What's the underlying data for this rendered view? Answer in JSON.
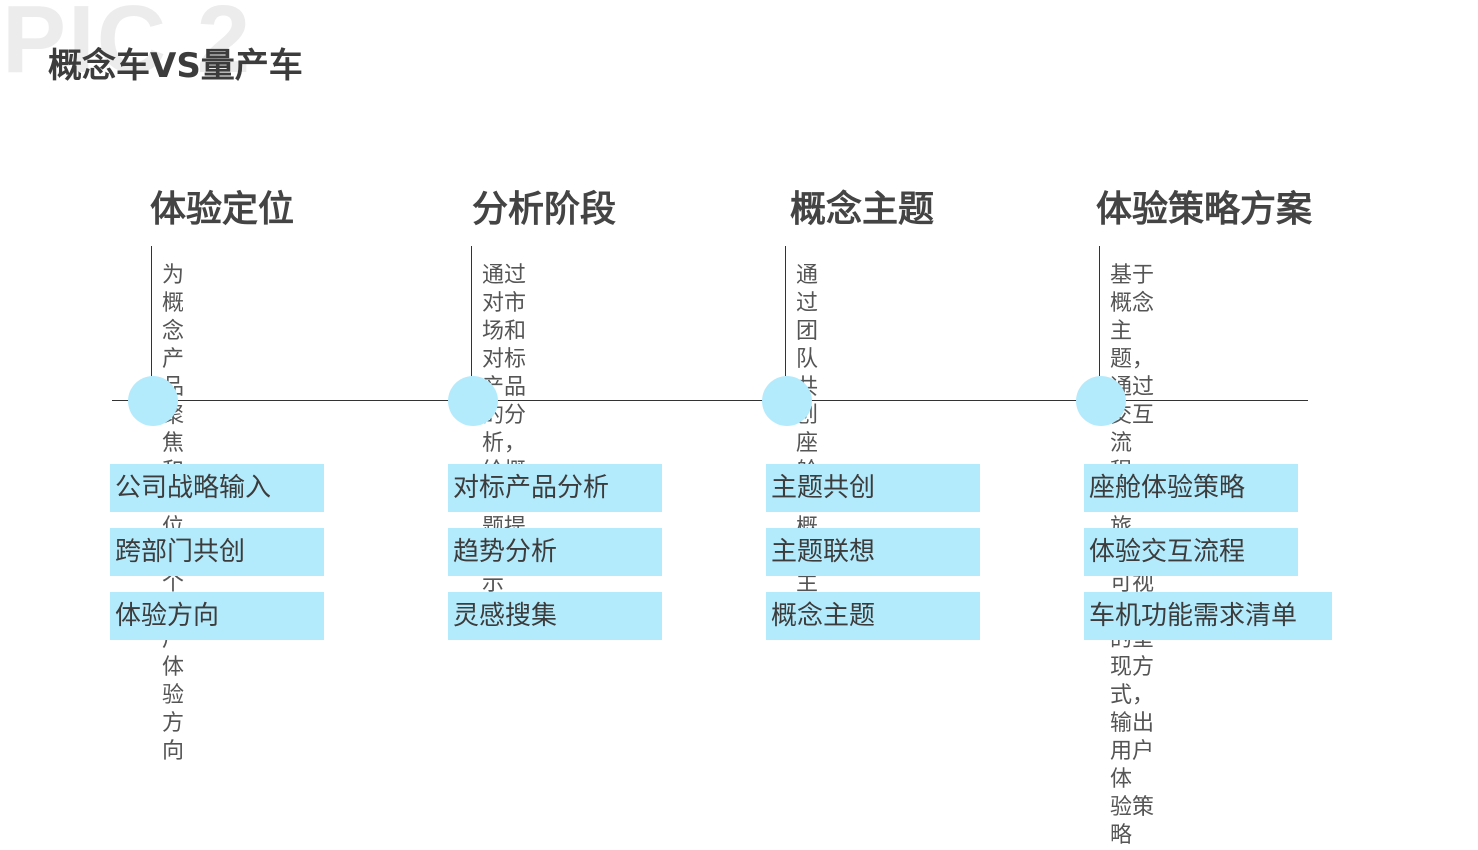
{
  "header": {
    "watermark": "PIC 2",
    "title": "概念车VS量产车"
  },
  "colors": {
    "accent": "#b4ebfc",
    "line": "#333333",
    "text": "#4a4a4a"
  },
  "stages": [
    {
      "title": "体验定位",
      "description": "为概念产品聚焦和定位\n一个用户体验方向",
      "items": [
        "公司战略输入",
        "跨部门共创",
        "体验方向"
      ]
    },
    {
      "title": "分析阶段",
      "description": "通过对市场和对标产品\n的分析，给概念主题提\n供启示",
      "items": [
        "对标产品分析",
        "趋势分析",
        "灵感搜集"
      ]
    },
    {
      "title": "概念主题",
      "description": "通过团队共创座舱的概\n念主题",
      "items": [
        "主题共创",
        "主题联想",
        "概念主题"
      ]
    },
    {
      "title": "体验策略方案",
      "description": "基于概念主题，通过交互\n流程、用户旅程、可视化\n的呈现方式，输出用户体\n验策略",
      "items": [
        "座舱体验策略",
        "体验交互流程",
        "车机功能需求清单"
      ]
    }
  ]
}
